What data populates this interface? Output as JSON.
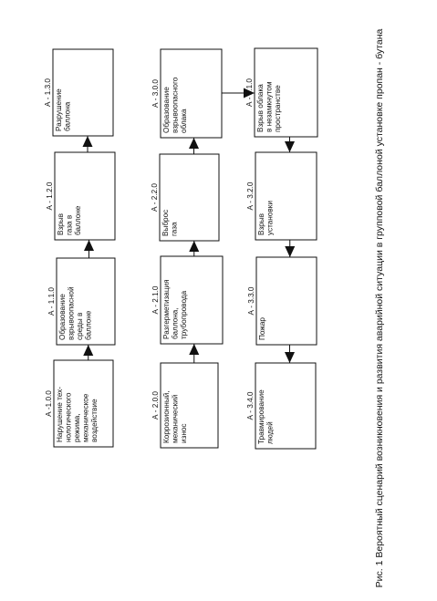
{
  "caption": "Рис. 1   Вероятный сценарий возникновения и развития аварийной  ситуации в  групповой  баллоной  установке   пропан - бутана",
  "nodes": [
    {
      "id": "A-1.0.0",
      "code": "А -1.0.0",
      "lines": [
        "Нарушение  тех-",
        "нологического",
        "режима,",
        "механическое",
        "воздействие"
      ]
    },
    {
      "id": "A-1.1.0",
      "code": "А - 1.1.0",
      "lines": [
        "Образование",
        "взрывоопасной",
        "среды в",
        "баллоне"
      ]
    },
    {
      "id": "A-1.2.0",
      "code": "А - 1.2.0",
      "lines": [
        "Взрыв",
        "газа в",
        "баллоне"
      ]
    },
    {
      "id": "A-1.3.0",
      "code": "А - 1.3.0",
      "lines": [
        "Разрушение",
        "баллона"
      ]
    },
    {
      "id": "A-2.0.0",
      "code": "А - 2.0.0",
      "lines": [
        "Коррозионный,",
        "механический",
        "износ"
      ]
    },
    {
      "id": "A-2.1.0",
      "code": "А - 2.1.0",
      "lines": [
        "Разгерметизация",
        "баллона,",
        "трубопровода"
      ]
    },
    {
      "id": "A-2.2.0",
      "code": "А - 2.2.0",
      "lines": [
        "Выброс",
        "газа"
      ]
    },
    {
      "id": "A-3.0.0",
      "code": "А - 3.0.0",
      "lines": [
        "Образование",
        "взрывоопасного",
        "облака"
      ]
    },
    {
      "id": "A-3.1.0",
      "code": "А - 3.1.0",
      "lines": [
        "Взрыв облака",
        "в  незамкнутом",
        "пространстве"
      ]
    },
    {
      "id": "A-3.2.0",
      "code": "А - 3.2.0",
      "lines": [
        "Взрыв",
        "установки"
      ]
    },
    {
      "id": "A-3.3.0",
      "code": "А - 3.3.0",
      "lines": [
        "Пожар"
      ]
    },
    {
      "id": "A-3.4.0",
      "code": "А - 3.4.0",
      "lines": [
        "Травмирование",
        "людей"
      ]
    }
  ],
  "edges": [
    {
      "from": "A-1.0.0",
      "to": "A-1.1.0"
    },
    {
      "from": "A-1.1.0",
      "to": "A-1.2.0"
    },
    {
      "from": "A-1.2.0",
      "to": "A-1.3.0"
    },
    {
      "from": "A-2.0.0",
      "to": "A-2.1.0"
    },
    {
      "from": "A-2.1.0",
      "to": "A-2.2.0"
    },
    {
      "from": "A-2.2.0",
      "to": "A-3.0.0"
    },
    {
      "from": "A-3.0.0",
      "to": "A-3.1.0"
    },
    {
      "from": "A-3.1.0",
      "to": "A-3.2.0"
    },
    {
      "from": "A-3.2.0",
      "to": "A-3.3.0"
    },
    {
      "from": "A-3.3.0",
      "to": "A-3.4.0"
    }
  ]
}
